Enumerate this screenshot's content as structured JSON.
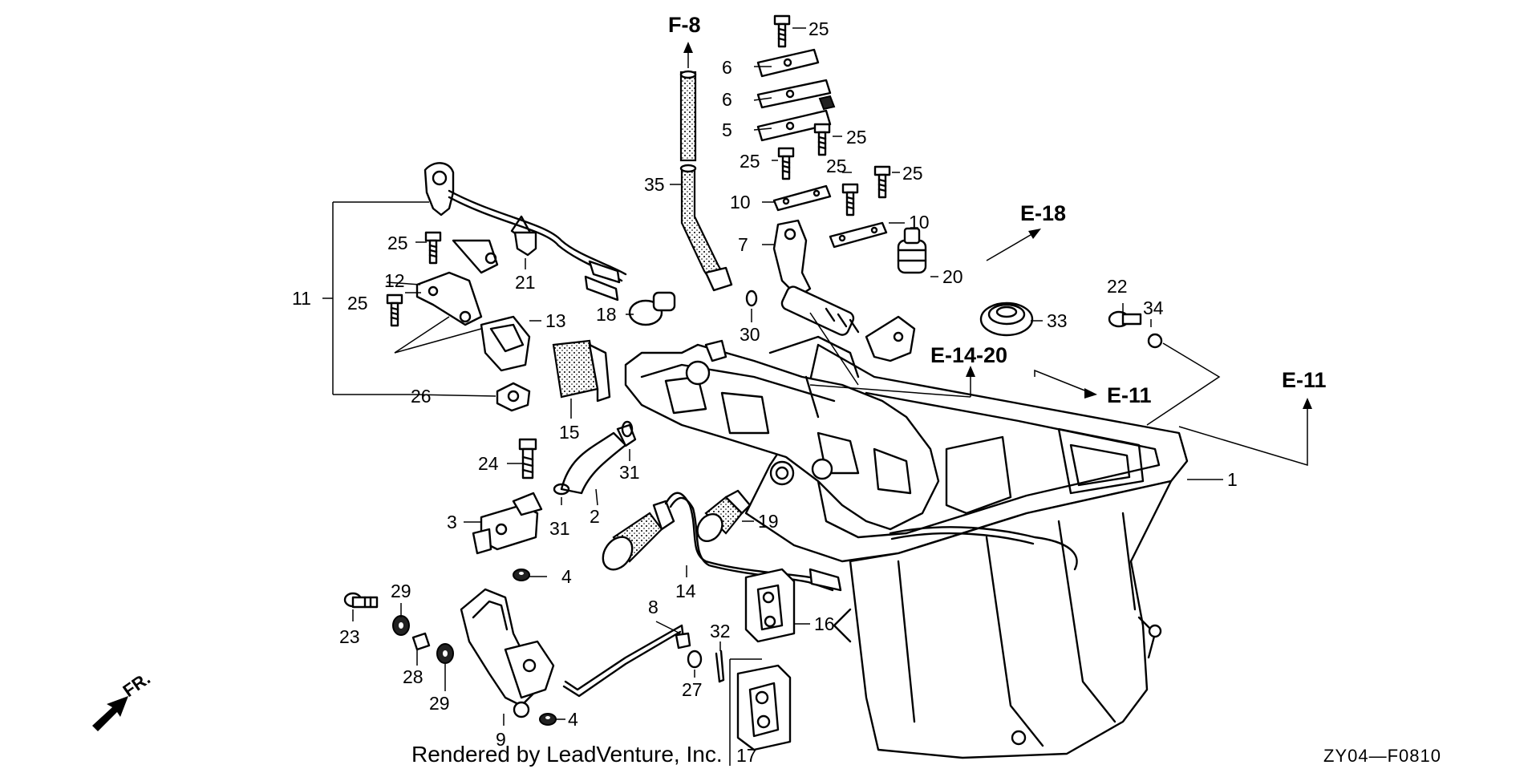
{
  "diagram": {
    "code": "ZY04—F0810",
    "credit": "Rendered by LeadVenture, Inc.",
    "direction_label": "FR.",
    "refs": {
      "f8": "F-8",
      "e18": "E-18",
      "e14_20": "E-14-20",
      "e11_a": "E-11",
      "e11_b": "E-11"
    },
    "parts": {
      "p1": "1",
      "p2": "2",
      "p3": "3",
      "p4a": "4",
      "p4b": "4",
      "p5": "5",
      "p6a": "6",
      "p6b": "6",
      "p7": "7",
      "p8": "8",
      "p9": "9",
      "p10a": "10",
      "p10b": "10",
      "p11": "11",
      "p12": "12",
      "p13": "13",
      "p14": "14",
      "p15": "15",
      "p16": "16",
      "p17": "17",
      "p18": "18",
      "p19": "19",
      "p20": "20",
      "p21": "21",
      "p22": "22",
      "p23": "23",
      "p24": "24",
      "p25a": "25",
      "p25b": "25",
      "p25c": "25",
      "p25d": "25",
      "p25e": "25",
      "p25f": "25",
      "p25g": "25",
      "p26": "26",
      "p27": "27",
      "p28": "28",
      "p29a": "29",
      "p29b": "29",
      "p30": "30",
      "p31a": "31",
      "p31b": "31",
      "p32": "32",
      "p33": "33",
      "p34": "34",
      "p35": "35"
    }
  }
}
